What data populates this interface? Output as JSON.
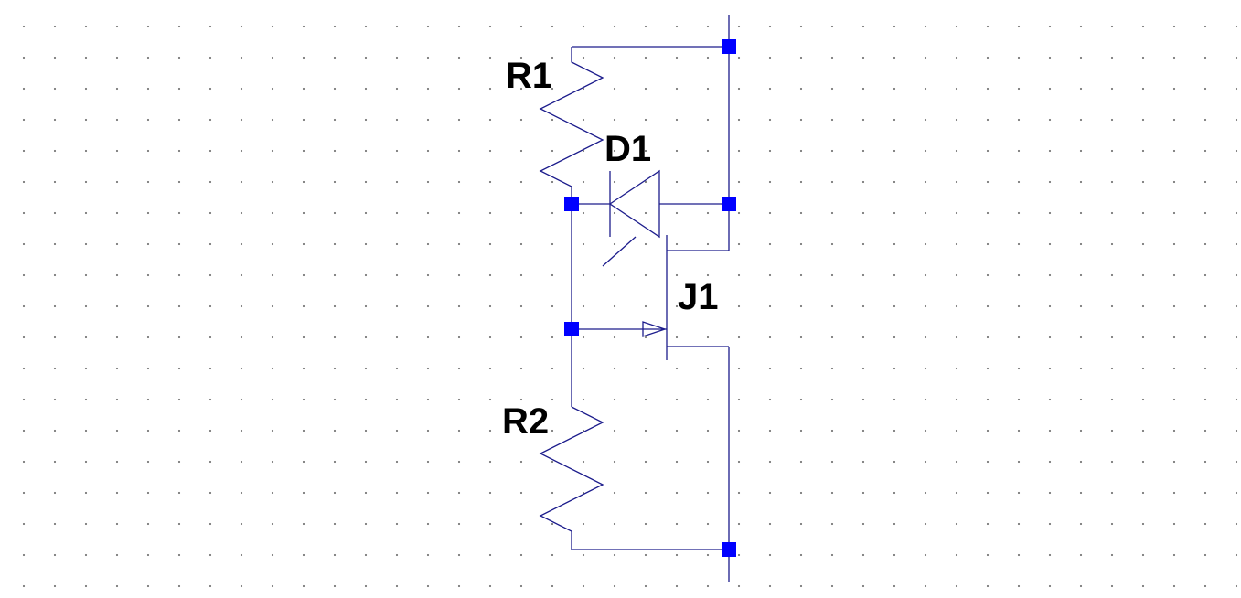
{
  "components": {
    "r1": {
      "label": "R1"
    },
    "r2": {
      "label": "R2"
    },
    "d1": {
      "label": "D1"
    },
    "j1": {
      "label": "J1"
    }
  },
  "colors": {
    "wire": "#1c1c8c",
    "node": "#0000ff",
    "grid_dot": "#7a7a7a",
    "background": "#ffffff",
    "label": "#000000"
  }
}
